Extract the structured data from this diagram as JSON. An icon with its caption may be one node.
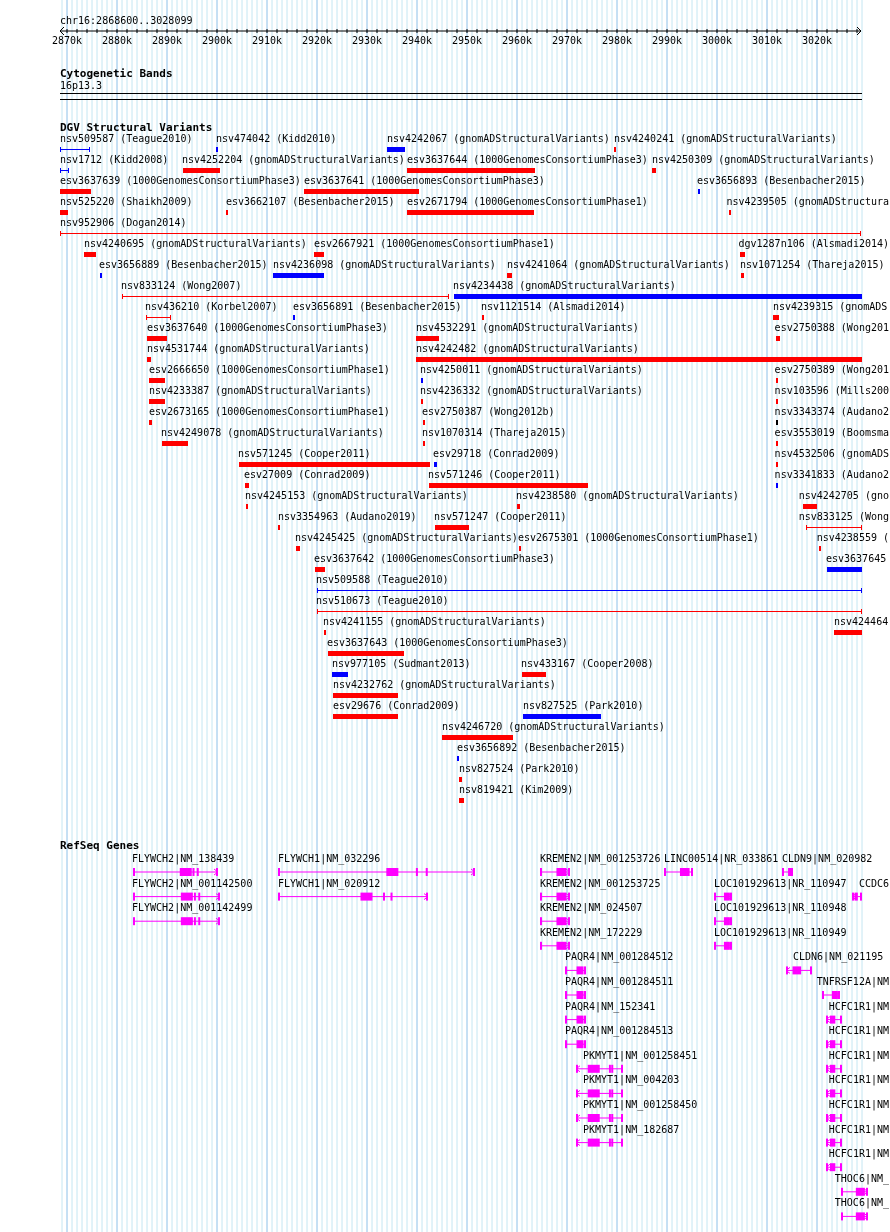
{
  "diagram": {
    "title": "chr16:2868600..3028099",
    "labels": [
      "2870k",
      "2880k",
      "2890k",
      "2900k",
      "2910k",
      "2920k",
      "2930k",
      "2940k",
      "2950k",
      "2960k",
      "2970k",
      "2980k",
      "2990k",
      "3000k",
      "3010k",
      "3020k",
      "Cytogenetic Bands",
      "16p13.3",
      "DGV Structural Variants",
      "nsv509587 (Teague2010)",
      "nsv474042 (Kidd2010)",
      "nsv4242067 (gnomADStructuralVariants)",
      "nsv4240241 (gnomADStructuralVariants)",
      "nsv1712 (Kidd2008)",
      "nsv4252204 (gnomADStructuralVariants)",
      "esv3637644 (1000GenomesConsortiumPhase3)",
      "nsv4250309 (gnomADStructuralVariants)",
      "esv3637639 (1000GenomesConsortiumPhase3)",
      "esv3637641 (1000GenomesConsortiumPhase3)",
      "esv3656893 (Besenbacher2015)",
      "nsv525220 (Shaikh2009)",
      "esv3662107 (Besenbacher2015)",
      "esv2671794 (1000GenomesConsortiumPhase1)",
      "nsv4239505 (gnomADStructura",
      "nsv952906 (Dogan2014)",
      "nsv4240695 (gnomADStructuralVariants)",
      "esv2667921 (1000GenomesConsortiumPhase1)",
      "dgv1287n106 (Alsmadi2014)",
      "esv3656889 (Besenbacher2015)",
      "nsv4236098 (gnomADStructuralVariants)",
      "nsv4241064 (gnomADStructuralVariants)",
      "nsv1071254 (Thareja2015)",
      "nsv833124 (Wong2007)",
      "nsv4234438 (gnomADStructuralVariants)",
      "nsv436210 (Korbel2007)",
      "esv3656891 (Besenbacher2015)",
      "nsv1121514 (Alsmadi2014)",
      "nsv4239315 (gnomADS",
      "esv3637640 (1000GenomesConsortiumPhase3)",
      "nsv4532291 (gnomADStructuralVariants)",
      "esv2750388 (Wong201",
      "nsv4531744 (gnomADStructuralVariants)",
      "nsv4242482 (gnomADStructuralVariants)",
      "esv2666650 (1000GenomesConsortiumPhase1)",
      "nsv4250011 (gnomADStructuralVariants)",
      "esv2750389 (Wong201",
      "nsv4233387 (gnomADStructuralVariants)",
      "nsv4236332 (gnomADStructuralVariants)",
      "nsv103596 (Mills200",
      "esv2673165 (1000GenomesConsortiumPhase1)",
      "esv2750387 (Wong2012b)",
      "nsv3343374 (Audano2",
      "nsv4249078 (gnomADStructuralVariants)",
      "nsv1070314 (Thareja2015)",
      "esv3553019 (Boomsma",
      "nsv571245 (Cooper2011)",
      "esv29718 (Conrad2009)",
      "nsv4532506 (gnomADS",
      "esv27009 (Conrad2009)",
      "nsv571246 (Cooper2011)",
      "nsv3341833 (Audano2",
      "nsv4245153 (gnomADStructuralVariants)",
      "nsv4238580 (gnomADStructuralVariants)",
      "nsv4242705 (gno",
      "nsv3354963 (Audano2019)",
      "nsv571247 (Cooper2011)",
      "nsv833125 (Wong",
      "nsv4245425 (gnomADStructuralVariants)",
      "esv2675301 (1000GenomesConsortiumPhase1)",
      "nsv4238559 (",
      "esv3637642 (1000GenomesConsortiumPhase3)",
      "esv3637645",
      "nsv509588 (Teague2010)",
      "nsv510673 (Teague2010)",
      "nsv4241155 (gnomADStructuralVariants)",
      "nsv424464",
      "esv3637643 (1000GenomesConsortiumPhase3)",
      "nsv977105 (Sudmant2013)",
      "nsv433167 (Cooper2008)",
      "nsv4232762 (gnomADStructuralVariants)",
      "esv29676 (Conrad2009)",
      "nsv827525 (Park2010)",
      "nsv4246720 (gnomADStructuralVariants)",
      "esv3656892 (Besenbacher2015)",
      "nsv827524 (Park2010)",
      "nsv819421 (Kim2009)",
      "RefSeq Genes",
      "FLYWCH2|NM_138439",
      "FLYWCH1|NM_032296",
      "KREMEN2|NM_001253726",
      "LINC00514|NR_033861",
      "CLDN9|NM_020982",
      "FLYWCH2|NM_001142500",
      "FLYWCH1|NM_020912",
      "KREMEN2|NM_001253725",
      "LOC101929613|NR_110947",
      "CCDC6",
      "FLYWCH2|NM_001142499",
      "KREMEN2|NM_024507",
      "LOC101929613|NR_110948",
      "KREMEN2|NM_172229",
      "LOC101929613|NR_110949",
      "PAQR4|NM_001284512",
      "CLDN6|NM_021195",
      "PAQR4|NM_001284511",
      "TNFRSF12A|NM",
      "PAQR4|NM_152341",
      "HCFC1R1|NM",
      "PAQR4|NM_001284513",
      "HCFC1R1|NM",
      "PKMYT1|NM_001258451",
      "HCFC1R1|NM",
      "PKMYT1|NM_004203",
      "HCFC1R1|NM",
      "PKMYT1|NM_001258450",
      "HCFC1R1|NM",
      "PKMYT1|NM_182687",
      "HCFC1R1|NM",
      "HCFC1R1|NM",
      "THOC6|NM_",
      "THOC6|NM_"
    ]
  }
}
